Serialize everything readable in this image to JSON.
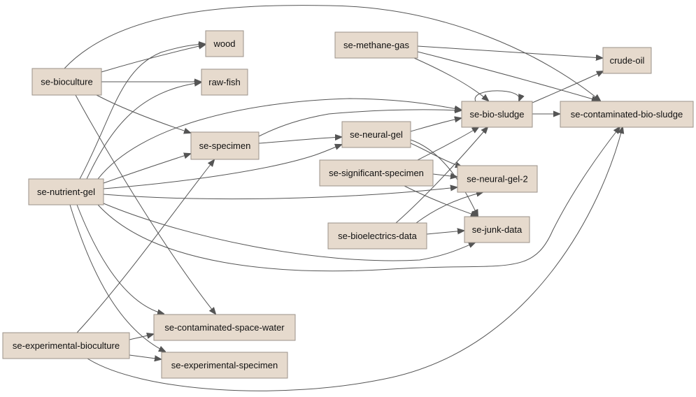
{
  "graph": {
    "nodes": [
      {
        "id": "wood",
        "label": "wood"
      },
      {
        "id": "raw-fish",
        "label": "raw-fish"
      },
      {
        "id": "se-bioculture",
        "label": "se-bioculture"
      },
      {
        "id": "se-methane-gas",
        "label": "se-methane-gas"
      },
      {
        "id": "crude-oil",
        "label": "crude-oil"
      },
      {
        "id": "se-bio-sludge",
        "label": "se-bio-sludge"
      },
      {
        "id": "se-contaminated-bio-sludge",
        "label": "se-contaminated-bio-sludge"
      },
      {
        "id": "se-specimen",
        "label": "se-specimen"
      },
      {
        "id": "se-neural-gel",
        "label": "se-neural-gel"
      },
      {
        "id": "se-significant-specimen",
        "label": "se-significant-specimen"
      },
      {
        "id": "se-neural-gel-2",
        "label": "se-neural-gel-2"
      },
      {
        "id": "se-nutrient-gel",
        "label": "se-nutrient-gel"
      },
      {
        "id": "se-bioelectrics-data",
        "label": "se-bioelectrics-data"
      },
      {
        "id": "se-junk-data",
        "label": "se-junk-data"
      },
      {
        "id": "se-contaminated-space-water",
        "label": "se-contaminated-space-water"
      },
      {
        "id": "se-experimental-bioculture",
        "label": "se-experimental-bioculture"
      },
      {
        "id": "se-experimental-specimen",
        "label": "se-experimental-specimen"
      }
    ],
    "edges": [
      {
        "from": "se-bioculture",
        "to": "wood"
      },
      {
        "from": "se-bioculture",
        "to": "raw-fish"
      },
      {
        "from": "se-bioculture",
        "to": "se-specimen"
      },
      {
        "from": "se-bioculture",
        "to": "se-contaminated-space-water"
      },
      {
        "from": "se-bioculture",
        "to": "se-contaminated-bio-sludge"
      },
      {
        "from": "se-methane-gas",
        "to": "crude-oil"
      },
      {
        "from": "se-methane-gas",
        "to": "se-bio-sludge"
      },
      {
        "from": "se-methane-gas",
        "to": "se-contaminated-bio-sludge"
      },
      {
        "from": "se-bio-sludge",
        "to": "se-bio-sludge"
      },
      {
        "from": "se-bio-sludge",
        "to": "crude-oil"
      },
      {
        "from": "se-bio-sludge",
        "to": "se-contaminated-bio-sludge"
      },
      {
        "from": "se-specimen",
        "to": "se-bio-sludge"
      },
      {
        "from": "se-specimen",
        "to": "se-neural-gel"
      },
      {
        "from": "se-neural-gel",
        "to": "se-bio-sludge"
      },
      {
        "from": "se-neural-gel",
        "to": "se-neural-gel-2"
      },
      {
        "from": "se-neural-gel",
        "to": "se-junk-data"
      },
      {
        "from": "se-significant-specimen",
        "to": "se-bio-sludge"
      },
      {
        "from": "se-significant-specimen",
        "to": "se-neural-gel-2"
      },
      {
        "from": "se-significant-specimen",
        "to": "se-junk-data"
      },
      {
        "from": "se-bioelectrics-data",
        "to": "se-bio-sludge"
      },
      {
        "from": "se-bioelectrics-data",
        "to": "se-neural-gel-2"
      },
      {
        "from": "se-bioelectrics-data",
        "to": "se-junk-data"
      },
      {
        "from": "se-nutrient-gel",
        "to": "wood"
      },
      {
        "from": "se-nutrient-gel",
        "to": "raw-fish"
      },
      {
        "from": "se-nutrient-gel",
        "to": "se-specimen"
      },
      {
        "from": "se-nutrient-gel",
        "to": "se-bio-sludge"
      },
      {
        "from": "se-nutrient-gel",
        "to": "se-neural-gel"
      },
      {
        "from": "se-nutrient-gel",
        "to": "se-neural-gel-2"
      },
      {
        "from": "se-nutrient-gel",
        "to": "se-junk-data"
      },
      {
        "from": "se-nutrient-gel",
        "to": "se-contaminated-bio-sludge"
      },
      {
        "from": "se-nutrient-gel",
        "to": "se-contaminated-space-water"
      },
      {
        "from": "se-nutrient-gel",
        "to": "se-experimental-specimen"
      },
      {
        "from": "se-experimental-bioculture",
        "to": "se-specimen"
      },
      {
        "from": "se-experimental-bioculture",
        "to": "se-contaminated-space-water"
      },
      {
        "from": "se-experimental-bioculture",
        "to": "se-experimental-specimen"
      },
      {
        "from": "se-experimental-bioculture",
        "to": "se-contaminated-bio-sludge"
      }
    ],
    "colors": {
      "node_fill": "#e6dacd",
      "node_border": "#9b9289",
      "edge": "#555555",
      "text": "#111111",
      "background": "#ffffff"
    }
  }
}
